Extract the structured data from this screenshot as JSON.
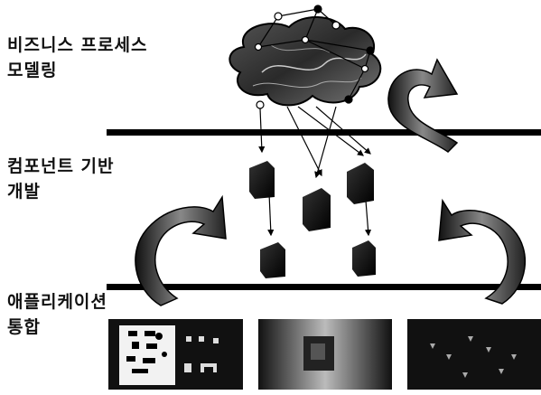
{
  "layers": [
    {
      "line1": "비즈니스 프로세스",
      "line2": "모델링"
    },
    {
      "line1": "컴포넌트 기반",
      "line2": "개발"
    },
    {
      "line1": "애플리케이션",
      "line2": "통합"
    }
  ]
}
